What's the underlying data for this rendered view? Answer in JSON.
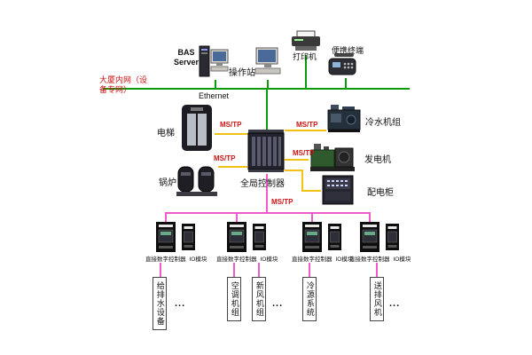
{
  "colors": {
    "ethernet": "#0a9a0a",
    "mstp": "#f2c116",
    "fieldbus": "#f25ac8",
    "red-text": "#cc1414"
  },
  "top": {
    "bas_server": "BAS\nServer",
    "operator_station": "操作站",
    "printer": "打印机",
    "portable_terminal": "便携终端",
    "intranet": "大厦内网（设\n备专网）",
    "ethernet": "Ethernet"
  },
  "mid": {
    "elevator": "电梯",
    "boiler": "锅炉",
    "global_controller": "全局控制器",
    "chiller": "冷水机组",
    "generator": "发电机",
    "distribution_cabinet": "配电柜",
    "mstp": "MS/TP"
  },
  "field": {
    "ddc": "直接数字控制器",
    "io": "IO模块",
    "ellipsis": "...",
    "systems": [
      "给排水设备",
      "空调机组",
      "新风机组",
      "冷源系统",
      "送排风机"
    ]
  }
}
